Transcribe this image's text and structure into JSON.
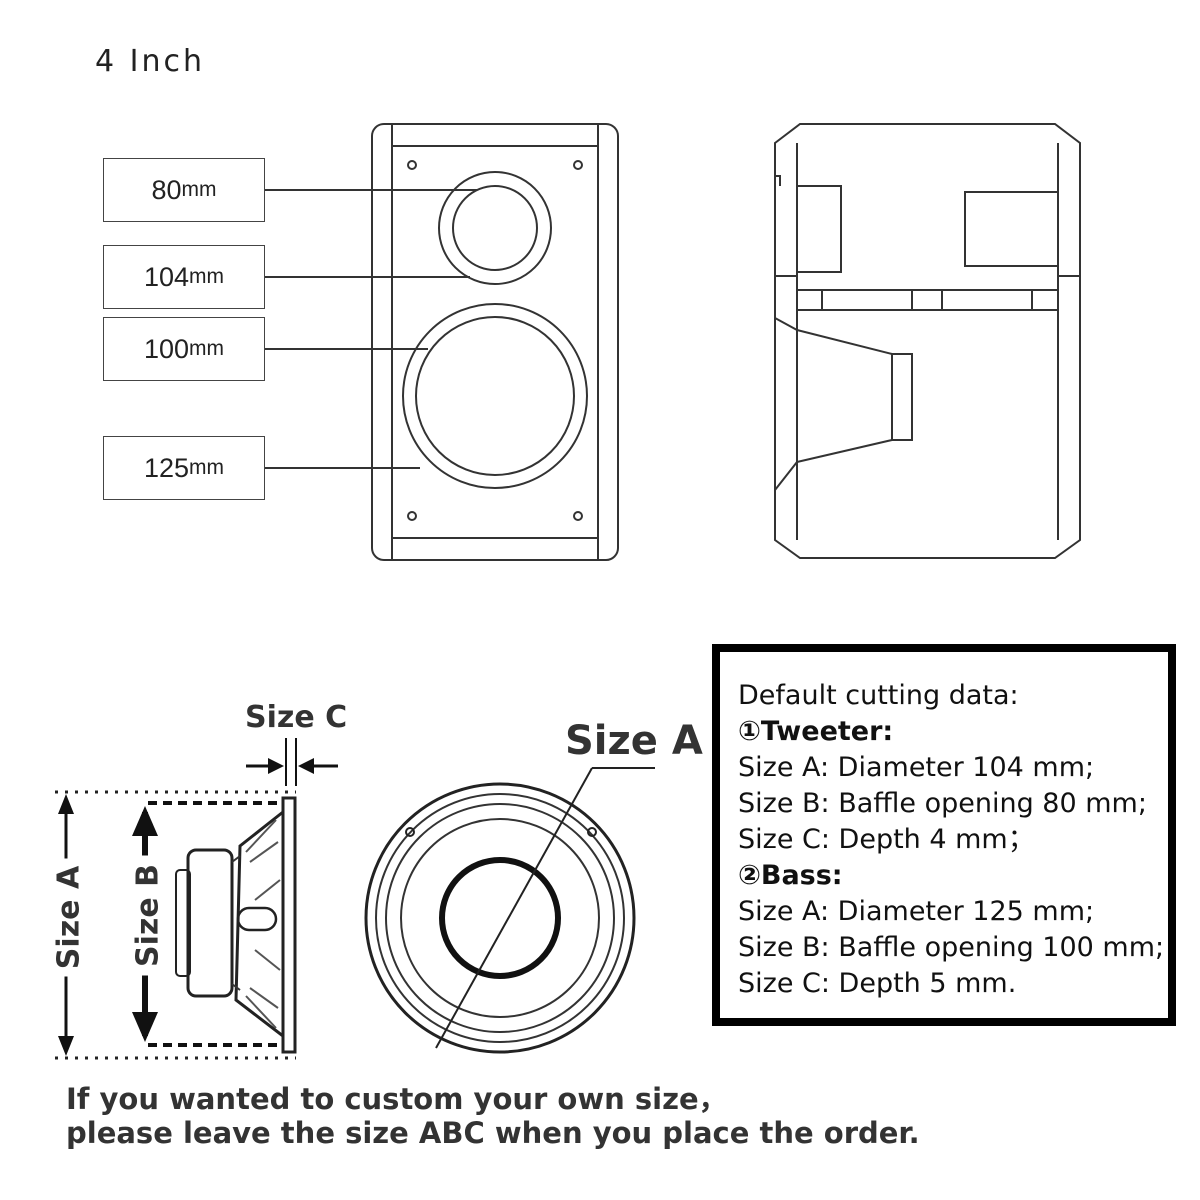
{
  "header": {
    "title": "4 Inch"
  },
  "dimension_labels": [
    {
      "value": "80",
      "unit": "mm"
    },
    {
      "value": "104",
      "unit": "mm"
    },
    {
      "value": "100",
      "unit": "mm"
    },
    {
      "value": "125",
      "unit": "mm"
    }
  ],
  "driver_labels": {
    "size_a": "Size A",
    "size_b": "Size B",
    "size_c": "Size C",
    "size_a_front": "Size A"
  },
  "cutting_data": {
    "title": "Default cutting data:",
    "tweeter": {
      "heading": "①Tweeter:",
      "size_a": "Size A: Diameter 104 mm;",
      "size_b": "Size B: Baffle opening 80 mm;",
      "size_c": "Size C: Depth 4 mm；"
    },
    "bass": {
      "heading": "②Bass:",
      "size_a": "Size A: Diameter 125 mm;",
      "size_b": "Size B: Baffle opening 100 mm;",
      "size_c": "Size C: Depth 5 mm."
    }
  },
  "note": {
    "line1": "If you wanted to custom your own size，",
    "line2": "please leave the size ABC when you place the order."
  }
}
